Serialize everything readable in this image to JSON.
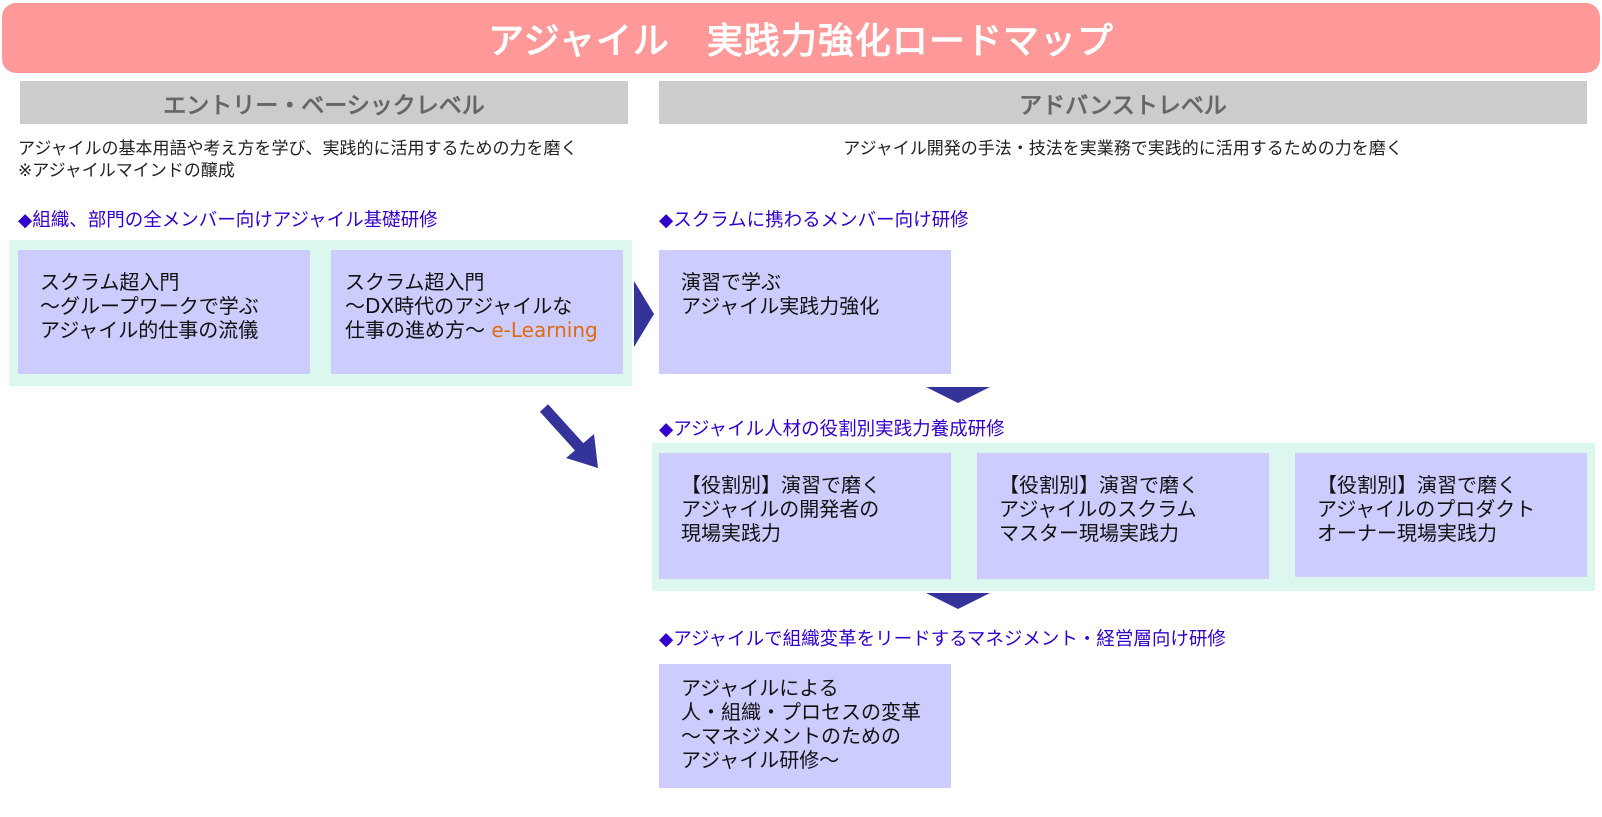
{
  "title": "アジャイル　実践力強化ロードマップ",
  "levels": {
    "entry": {
      "header": "エントリー・ベーシックレベル",
      "description_lines": [
        "アジャイルの基本用語や考え方を学び、実践的に活用するための力を磨く",
        "※アジャイルマインドの醸成"
      ]
    },
    "advanced": {
      "header": "アドバンストレベル",
      "description": "アジャイル開発の手法・技法を実業務で実践的に活用するための力を磨く"
    }
  },
  "sections": {
    "basic": {
      "title": "◆組織、部門の全メンバー向けアジャイル基礎研修",
      "boxes": [
        {
          "lines": [
            "スクラム超入門",
            " ～グループワークで学ぶ",
            "アジャイル的仕事の流儀"
          ]
        },
        {
          "lines": [
            "スクラム超入門",
            " ～DX時代のアジャイルな",
            "仕事の進め方～ "
          ],
          "suffix": "e-Learning"
        }
      ]
    },
    "scrum": {
      "title": "◆スクラムに携わるメンバー向け研修",
      "boxes": [
        {
          "lines": [
            "演習で学ぶ",
            "アジャイル実践力強化"
          ]
        }
      ]
    },
    "roles": {
      "title": "◆アジャイル人材の役割別実践力養成研修",
      "boxes": [
        {
          "lines": [
            "【役割別】演習で磨く",
            " アジャイルの開発者の",
            " 現場実践力"
          ]
        },
        {
          "lines": [
            "【役割別】演習で磨く",
            "アジャイルのスクラム",
            "マスター現場実践力"
          ]
        },
        {
          "lines": [
            "【役割別】演習で磨く",
            "アジャイルのプロダクト",
            "オーナー現場実践力"
          ]
        }
      ]
    },
    "management": {
      "title": "◆アジャイルで組織変革をリードするマネジメント・経営層向け研修",
      "boxes": [
        {
          "lines": [
            "アジャイルによる",
            "人・組織・プロセスの変革",
            " ～マネジメントのための",
            "アジャイル研修～"
          ]
        }
      ]
    }
  },
  "colors": {
    "title_bg": "#ff9999",
    "header_bg": "#cccccc",
    "group_bg": "#dcf8ee",
    "box_bg": "#ccccff",
    "section_title": "#3300cc",
    "arrow": "#333399",
    "elearning": "#e06b10"
  }
}
